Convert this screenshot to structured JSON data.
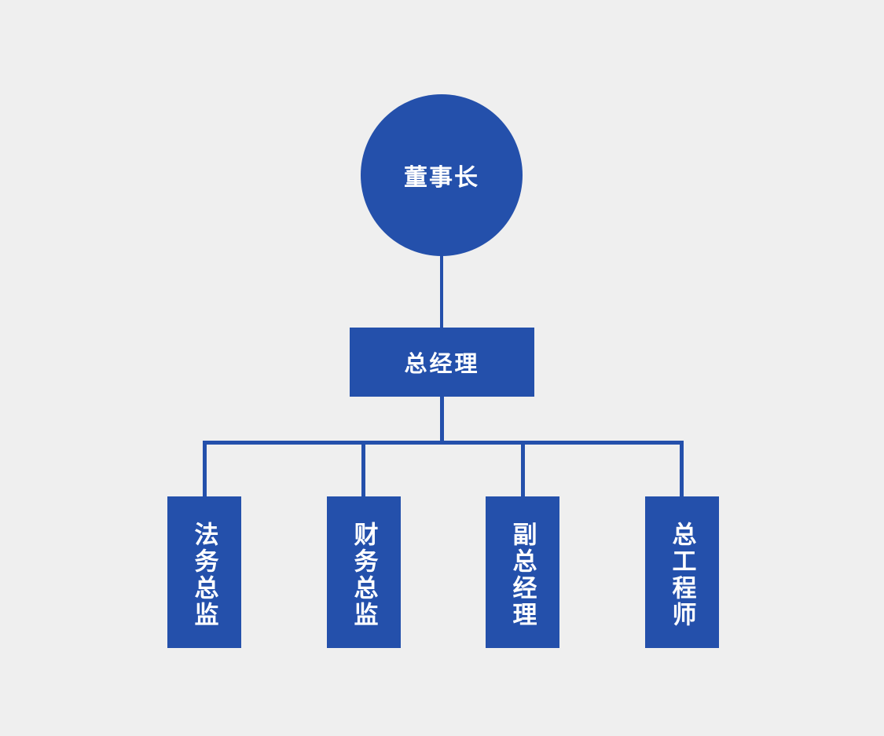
{
  "diagram": {
    "type": "organization-chart",
    "background_color": "#efefef",
    "node_color": "#2450ab",
    "text_color": "#ffffff",
    "connector_color": "#2450ab",
    "root": {
      "label": "董事长",
      "shape": "circle"
    },
    "manager": {
      "label": "总经理",
      "shape": "rectangle"
    },
    "departments": [
      {
        "label": "法务总监",
        "shape": "rectangle",
        "orientation": "vertical"
      },
      {
        "label": "财务总监",
        "shape": "rectangle",
        "orientation": "vertical"
      },
      {
        "label": "副总经理",
        "shape": "rectangle",
        "orientation": "vertical"
      },
      {
        "label": "总工程师",
        "shape": "rectangle",
        "orientation": "vertical"
      }
    ]
  }
}
